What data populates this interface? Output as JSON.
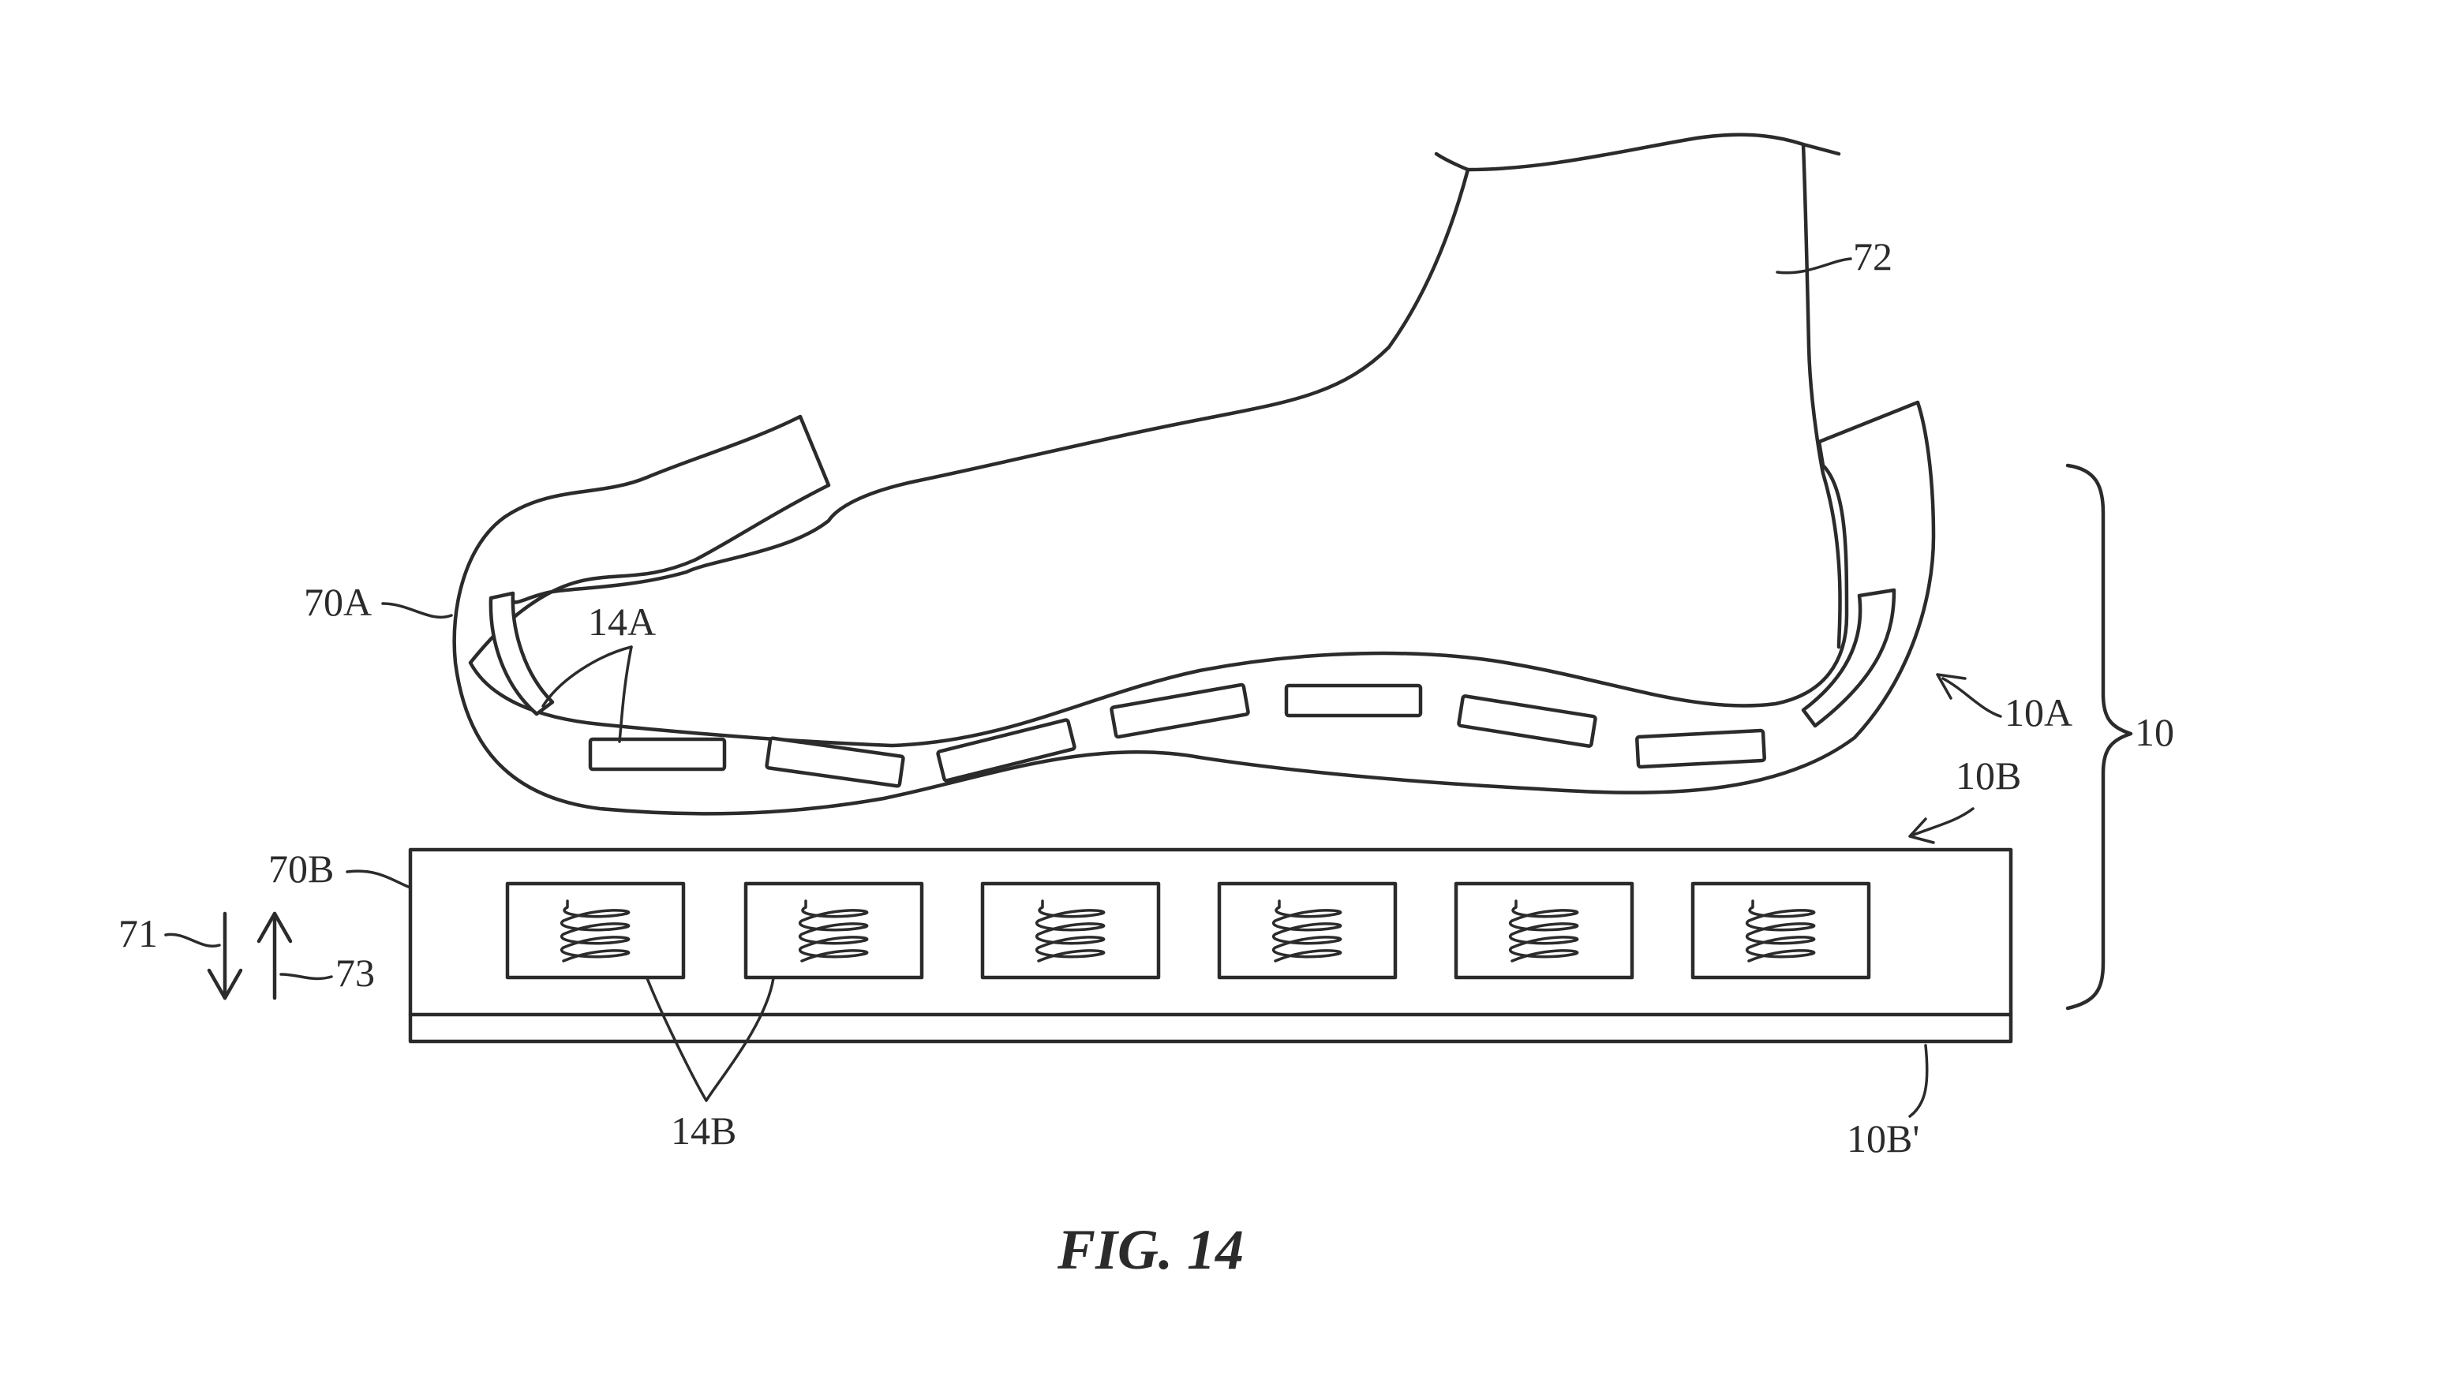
{
  "figure": {
    "caption": "FIG. 14"
  },
  "labels": {
    "foot": "72",
    "upper_insole": "70A",
    "upper_elements": "14A",
    "upper_device": "10A",
    "system": "10",
    "lower_device": "10B",
    "lower_pad": "70B",
    "lower_elements": "14B",
    "lower_layer": "10B'",
    "down_arrow": "71",
    "up_arrow": "73"
  },
  "colors": {
    "line": "#2b2b2b",
    "background": "#ffffff"
  }
}
